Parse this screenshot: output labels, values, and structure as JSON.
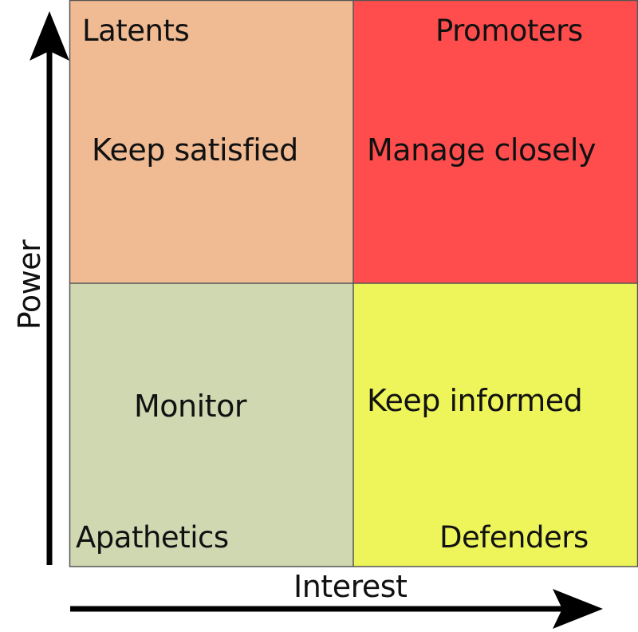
{
  "colors": {
    "latents": "#f0ba93",
    "promoters": "#ff4d4d",
    "apathetics": "#d0d8b2",
    "defenders": "#eef55b",
    "grid_line": "#555555",
    "text": "#111111"
  },
  "quadrants": {
    "top_left": {
      "group": "Latents",
      "strategy": "Keep satisfied"
    },
    "top_right": {
      "group": "Promoters",
      "strategy": "Manage closely"
    },
    "bottom_left": {
      "group": "Apathetics",
      "strategy": "Monitor"
    },
    "bottom_right": {
      "group": "Defenders",
      "strategy": "Keep informed"
    }
  },
  "axes": {
    "x_label": "Interest",
    "y_label": "Power"
  }
}
